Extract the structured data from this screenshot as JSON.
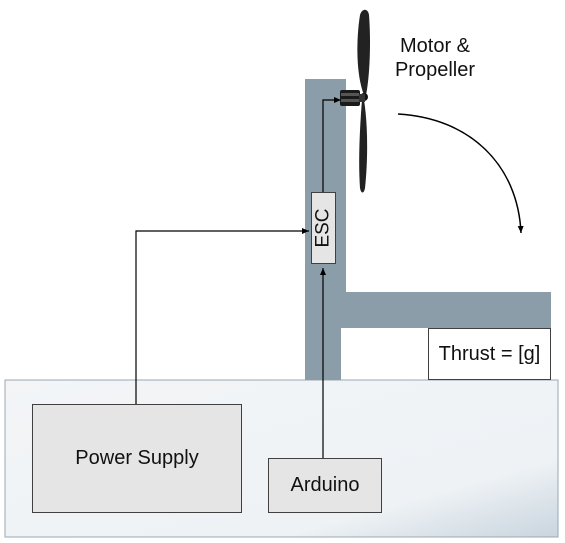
{
  "labels": {
    "motor_line1": "Motor &",
    "motor_line2": "Propeller",
    "esc": "ESC",
    "thrust": "Thrust = [g]",
    "power_supply": "Power Supply",
    "arduino": "Arduino"
  },
  "colors": {
    "stand": "#8c9daa",
    "base_top": "#f4f6f8",
    "base_bottom": "#e8eef3",
    "box_fill": "#e5e5e5",
    "line": "#000000"
  }
}
